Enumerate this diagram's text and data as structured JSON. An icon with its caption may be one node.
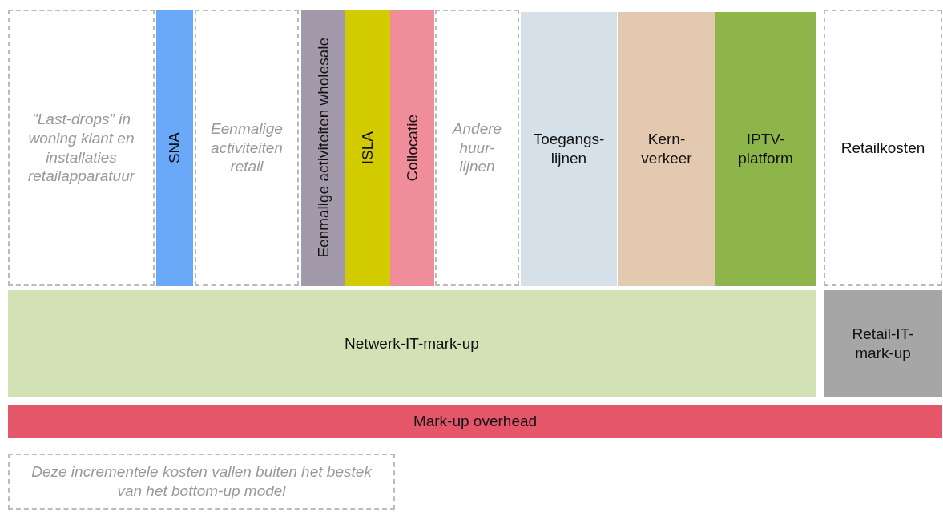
{
  "diagram": {
    "nodes": [
      {
        "text": [
          "\"Last-drops” in woning klant en installaties retailapparatuur"
        ]
      },
      {
        "text": [
          "SNA"
        ]
      },
      {
        "text": [
          "Eenmalige activiteiten retail"
        ]
      },
      {
        "text": [
          "Eenmalige activiteiten wholesale"
        ]
      },
      {
        "text": [
          "ISLA"
        ]
      },
      {
        "text": [
          "Collocatie"
        ]
      },
      {
        "text": [
          "Andere huur-lijnen"
        ]
      },
      {
        "text": [
          "Toegangs-lijnen"
        ]
      },
      {
        "text": [
          "Kern-verkeer"
        ]
      },
      {
        "text": [
          "IPTV-platform"
        ]
      },
      {
        "text": [
          "Retailkosten"
        ]
      },
      {
        "text": [
          "Netwerk-IT-mark-up"
        ]
      },
      {
        "text": [
          "Retail-IT-mark-up"
        ]
      },
      {
        "text": [
          "Mark-up overhead"
        ]
      },
      {
        "text": [
          "Deze incrementele kosten vallen buiten het bestek van het bottom-up model"
        ]
      }
    ]
  }
}
